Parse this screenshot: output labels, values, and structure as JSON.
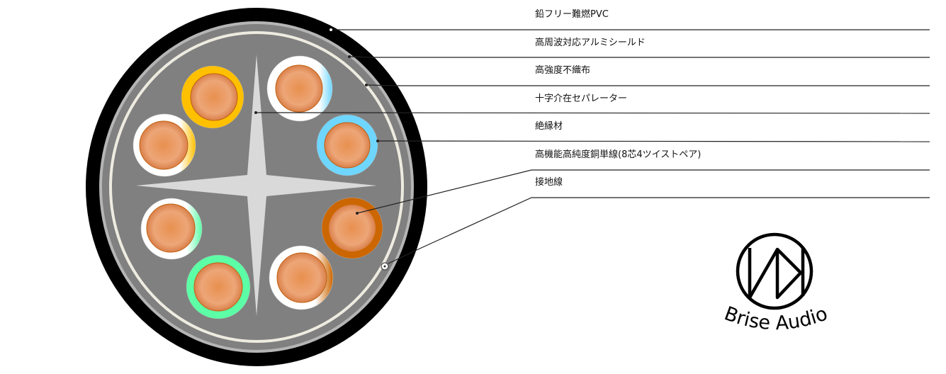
{
  "labels": [
    "鉛フリー難燃PVC",
    "高周波対応アルミシールド",
    "高強度不織布",
    "十字介在セパレーター",
    "絶縁材",
    "高機能高純度銅単線(8芯4ツイストペア)",
    "接地線"
  ],
  "logo": {
    "text": "Brise Audio"
  },
  "colors": {
    "jacket": "#000000",
    "filler": "#808080",
    "separator": "#d9d9d9",
    "nonwoven": "#eeebe0",
    "copper": "#e8935e",
    "orange": "#ffc000",
    "blue": "#6fd6ff",
    "green": "#5cffa6",
    "brown": "#cc6600"
  }
}
